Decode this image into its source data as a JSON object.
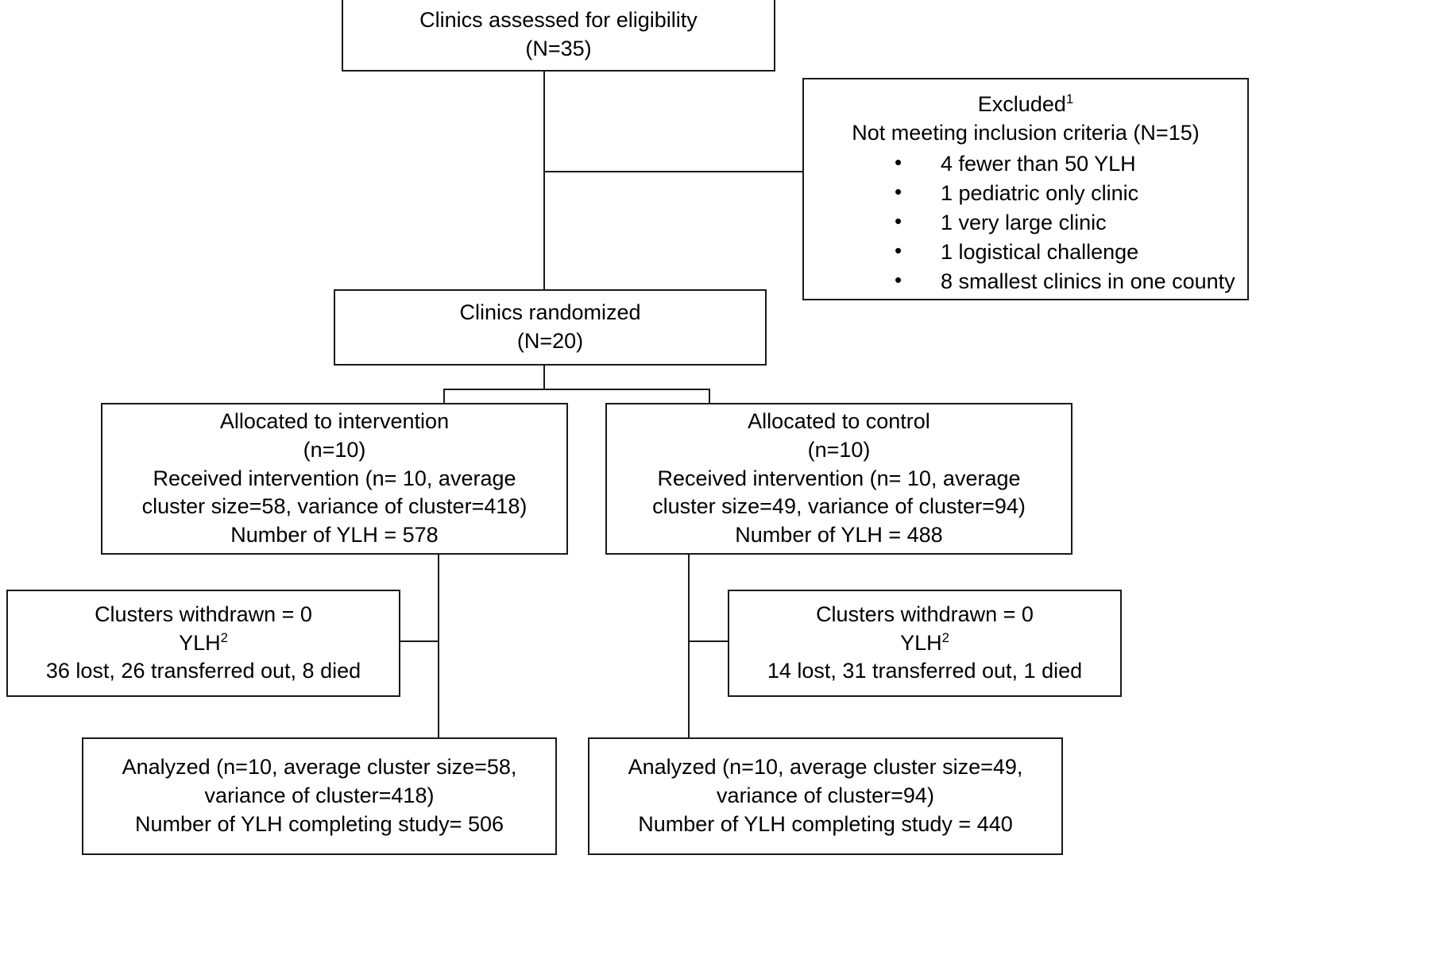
{
  "diagram": {
    "title": "CONSORT cluster randomized trial flow diagram",
    "line_color": "#1a1a1a",
    "background": "#ffffff"
  },
  "eligibility": {
    "line1": "Clinics assessed for eligibility",
    "line2": "(N=35)"
  },
  "excluded": {
    "heading": "Excluded",
    "heading_superscript": "1",
    "subheading": "Not meeting inclusion criteria (N=15)",
    "reasons": [
      "4 fewer than 50 YLH",
      "1 pediatric only clinic",
      "1 very large clinic",
      "1 logistical challenge",
      "8 smallest clinics in one county"
    ]
  },
  "randomized": {
    "line1": "Clinics randomized",
    "line2": "(N=20)"
  },
  "intervention_allocation": {
    "line1": "Allocated to intervention",
    "line2": "(n=10)",
    "line3": "Received intervention (n= 10, average",
    "line4": "cluster size=58, variance of cluster=418)",
    "line5": "Number of YLH = 578"
  },
  "control_allocation": {
    "line1": "Allocated to control",
    "line2": "(n=10)",
    "line3": "Received intervention (n= 10, average",
    "line4": "cluster size=49, variance of cluster=94)",
    "line5": "Number of YLH = 488"
  },
  "intervention_withdrawn": {
    "line1": "Clusters withdrawn = 0",
    "line2": "YLH",
    "line2_superscript": "2",
    "line3": "36 lost, 26 transferred out, 8 died"
  },
  "control_withdrawn": {
    "line1": "Clusters withdrawn = 0",
    "line2": "YLH",
    "line2_superscript": "2",
    "line3": "14 lost, 31 transferred out, 1 died"
  },
  "intervention_analyzed": {
    "line1": "Analyzed (n=10, average cluster size=58,",
    "line2": "variance of cluster=418)",
    "line3": "Number of YLH completing study= 506"
  },
  "control_analyzed": {
    "line1": "Analyzed (n=10, average cluster size=49,",
    "line2": "variance of cluster=94)",
    "line3": "Number of YLH completing study = 440"
  }
}
